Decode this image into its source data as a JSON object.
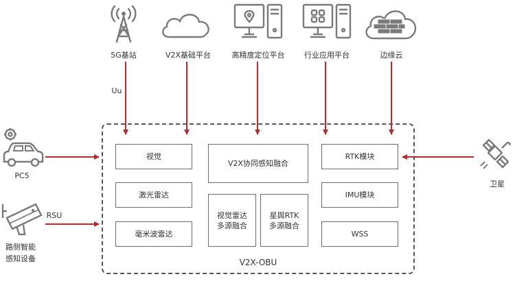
{
  "top_nodes": {
    "base_station": "5G基站",
    "v2x_platform": "V2X基础平台",
    "hd_positioning": "高精度定位平台",
    "industry_app": "行业应用平台",
    "edge_cloud": "边缘云"
  },
  "link_label_uu": "Uu",
  "left_nodes": {
    "pc5": "PC5",
    "rsu_link": "RSU",
    "roadside_line1": "路侧智能",
    "roadside_line2": "感知设备"
  },
  "right_nodes": {
    "satellite": "卫星"
  },
  "obu": {
    "title": "V2X-OBU",
    "vision": "视觉",
    "lidar": "激光雷达",
    "mmwave": "毫米波雷达",
    "fusion": "V2X协同感知融合",
    "vision_radar_line1": "视觉雷达",
    "vision_radar_line2": "多源融合",
    "star_rtk_line1": "星舆RTK",
    "star_rtk_line2": "多源融合",
    "rtk": "RTK模块",
    "imu": "IMU模块",
    "wss": "WSS"
  },
  "colors": {
    "arrow": "#b52a2a",
    "icon": "#7a7a7a",
    "border": "#555555"
  },
  "icons": [
    "signal-tower-icon",
    "cloud-icon",
    "monitor-location-icon",
    "monitor-apps-icon",
    "cloud-bricks-icon",
    "car-gear-icon",
    "camera-icon",
    "satellite-icon"
  ]
}
